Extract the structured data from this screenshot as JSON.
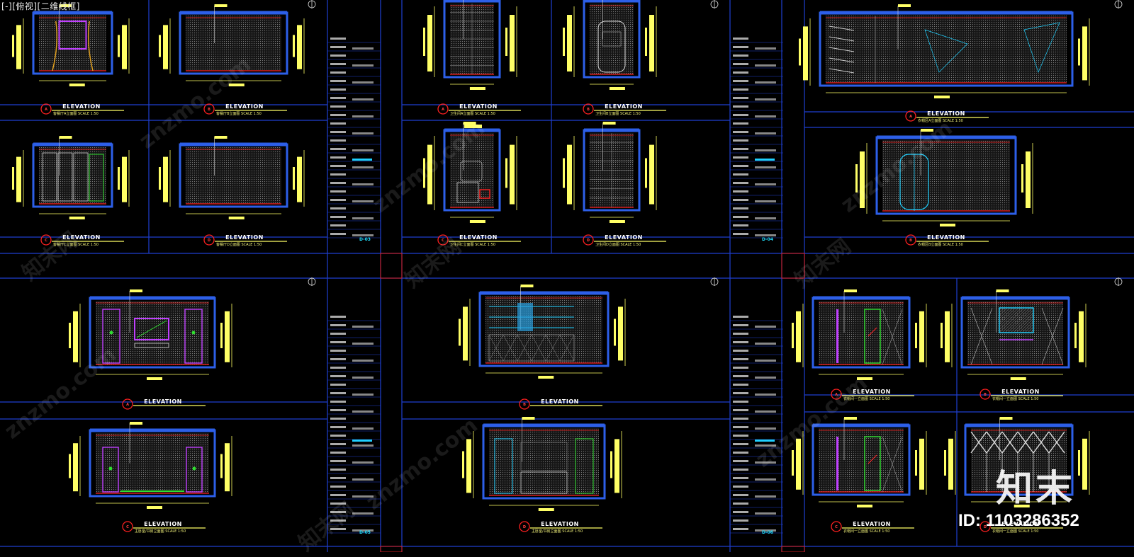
{
  "viewport_label": "[-][俯视][二维线框]",
  "elevation_title": "ELEVATION",
  "panels": [
    {
      "sub": "客餐厅A立面图   SCALE 1:50",
      "num": "A"
    },
    {
      "sub": "客餐厅B立面图   SCALE 1:50",
      "num": "B"
    },
    {
      "sub": "客餐厅C立面图   SCALE 1:50",
      "num": "C"
    },
    {
      "sub": "客餐厅D立面图   SCALE 1:50",
      "num": "D"
    },
    {
      "sub": "卫生间A立面图   SCALE 1:50",
      "num": "A"
    },
    {
      "sub": "卫生间B立面图   SCALE 1:50",
      "num": "B"
    },
    {
      "sub": "卫生间C立面图   SCALE 1:50",
      "num": "C"
    },
    {
      "sub": "卫生间D立面图   SCALE 1:50",
      "num": "D"
    },
    {
      "sub": "衣帽区A立面图   SCALE 1:50",
      "num": "A"
    },
    {
      "sub": "衣帽区B立面图   SCALE 1:50",
      "num": "B"
    },
    {
      "sub": "",
      "num": "A"
    },
    {
      "sub": "",
      "num": "B"
    },
    {
      "sub": "主卧室/书房立面图   SCALE 1:50",
      "num": "C"
    },
    {
      "sub": "主卧室/书房立面图   SCALE 1:50",
      "num": "D"
    },
    {
      "sub": "衣帽间一立面图   SCALE 1:50",
      "num": "A"
    },
    {
      "sub": "衣帽间一立面图   SCALE 1:50",
      "num": "B"
    },
    {
      "sub": "衣帽间一立面图   SCALE 1:50",
      "num": "C"
    },
    {
      "sub": "衣帽间一立面图   SCALE 1:50",
      "num": "D"
    }
  ],
  "sheet_numbers": [
    "D-03",
    "D-04",
    "D-05",
    "D-06"
  ],
  "watermark": "znzmo.com",
  "watermark_cn": "知末网",
  "brand_logo": "知末",
  "image_id": "ID: 1103286352",
  "colors": {
    "frame": "#1f3fd0",
    "wall": "#2d5fe8",
    "hatch": "#7a7a7a",
    "dimension": "#ffff66",
    "accent_red": "#ff2020",
    "accent_magenta": "#c040ff",
    "accent_cyan": "#20d0ff",
    "accent_green": "#30e030"
  }
}
